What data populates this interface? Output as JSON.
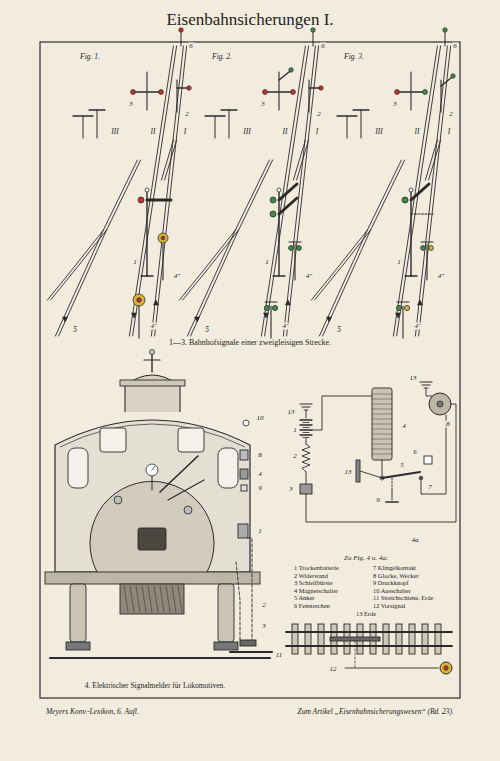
{
  "diagram": {
    "title": "Eisenbahnsicherungen I.",
    "labels": [
      "Fig. 1.",
      "6",
      "3",
      "2",
      "III",
      "II",
      "I",
      "1",
      "4″",
      "4′",
      "5",
      "Fig. 2.",
      "6",
      "3",
      "2",
      "III",
      "II",
      "I",
      "1",
      "4″",
      "4′",
      "5",
      "Fig. 3.",
      "6",
      "3",
      "2",
      "III",
      "II",
      "I",
      "1",
      "4″",
      "4′",
      "5",
      "1—3. Bahnhofsignale einer zweigleisigen Strecke.",
      "10",
      "8",
      "4",
      "9",
      "1",
      "2",
      "3",
      "11",
      "12",
      "13",
      "1",
      "2",
      "3",
      "13",
      "4",
      "8",
      "6",
      "7",
      "5",
      "9",
      "13",
      "4a",
      "Zu Fig. 4 u. 4a:",
      "1 Trockenbatterie",
      "2 Widerstand",
      "3 Schleifbürste",
      "4 Magnetschalter",
      "5 Anker",
      "6 Fensterchen",
      "7 Klingelkontakt",
      "8 Glocke, Wecker",
      "9 Druckknopf",
      "10 Ausschalter",
      "11 Streichschiene, Erde",
      "12 Vorsignal",
      "13 Erde",
      "4. Elektrischer Signalmelder für Lokomotiven.",
      "Meyers Konv.-Lexikon, 6. Aufl.",
      "Zum Artikel „Eisenbahnsicherungswesen“ (Bd. 23)."
    ]
  }
}
